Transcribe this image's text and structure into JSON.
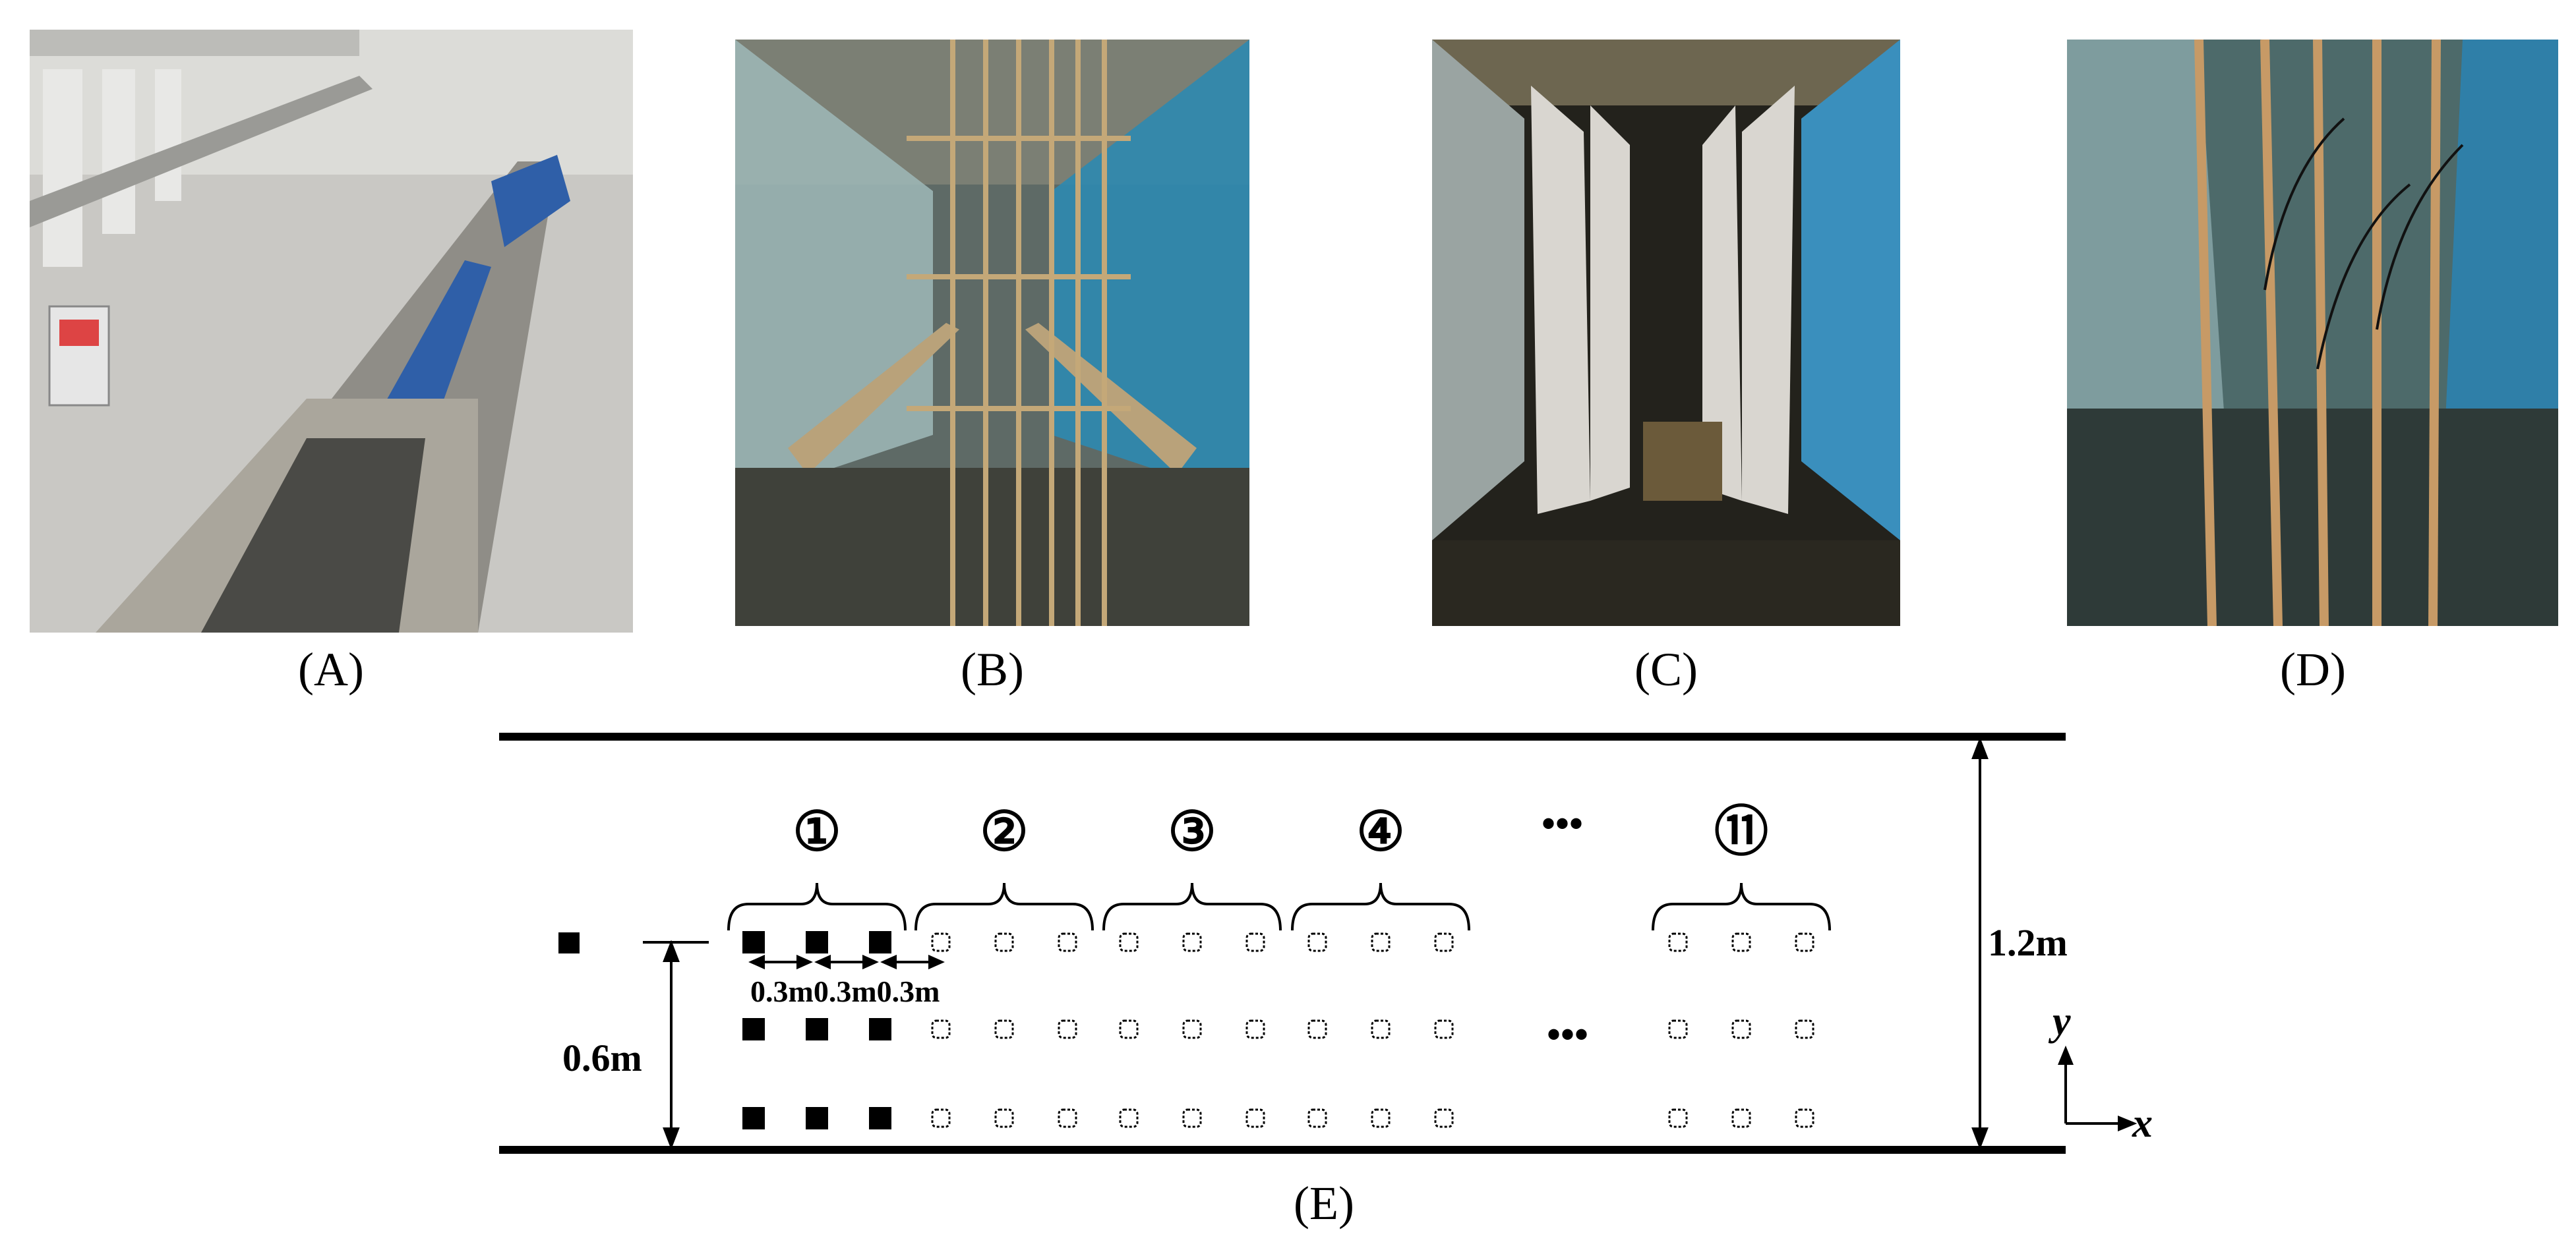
{
  "panels": [
    {
      "id": "A",
      "label": "(A)"
    },
    {
      "id": "B",
      "label": "(B)"
    },
    {
      "id": "C",
      "label": "(C)"
    },
    {
      "id": "D",
      "label": "(D)"
    },
    {
      "id": "E",
      "label": "(E)"
    }
  ],
  "schematic": {
    "group_labels": [
      "①",
      "②",
      "③",
      "④",
      "⑪"
    ],
    "ellipsis": "•••",
    "spacing_label": "0.3m0.3m0.3m",
    "depth_label": "0.6m",
    "width_label": "1.2m",
    "axis_x": "x",
    "axis_y": "y"
  },
  "colors": {
    "ink": "#000000",
    "flume_blue": "#2f5fa8",
    "concrete": "#b9b6ae",
    "water_dark": "#2b2a22"
  }
}
